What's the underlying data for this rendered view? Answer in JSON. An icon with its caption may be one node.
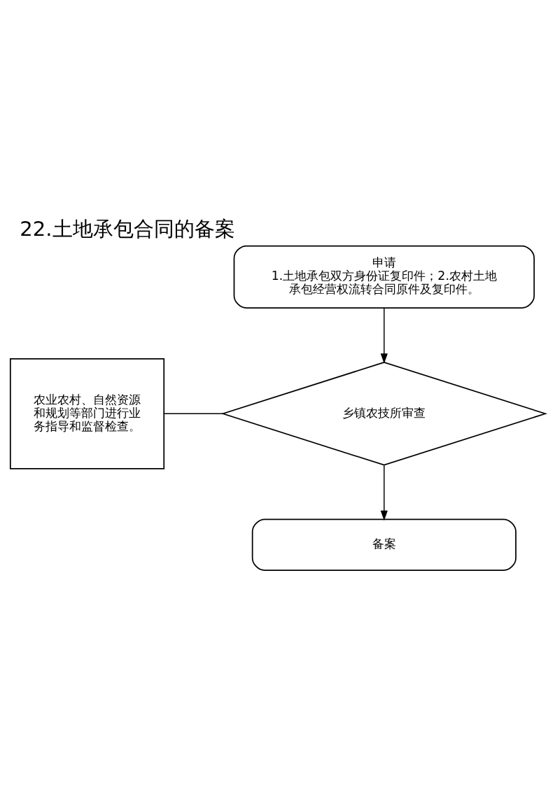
{
  "diagram": {
    "title": "22.土地承包合同的备案",
    "nodes": [
      {
        "text": [
          "申请",
          "1.土地承包双方身份证复印件；2.农村土地承包经营权流转合同原件及复印件。"
        ]
      },
      {
        "text": [
          "乡镇农技所审查"
        ]
      },
      {
        "text": [
          "备案"
        ]
      },
      {
        "text": [
          "农业农村、自然资源和规划等部门进行业务指导和监督检查。"
        ]
      }
    ],
    "edges": [
      {
        "from": 0,
        "to": 1,
        "arrow": "to"
      },
      {
        "from": 3,
        "to": 1,
        "arrow": "none"
      },
      {
        "from": 1,
        "to": 2,
        "arrow": "to"
      }
    ]
  }
}
